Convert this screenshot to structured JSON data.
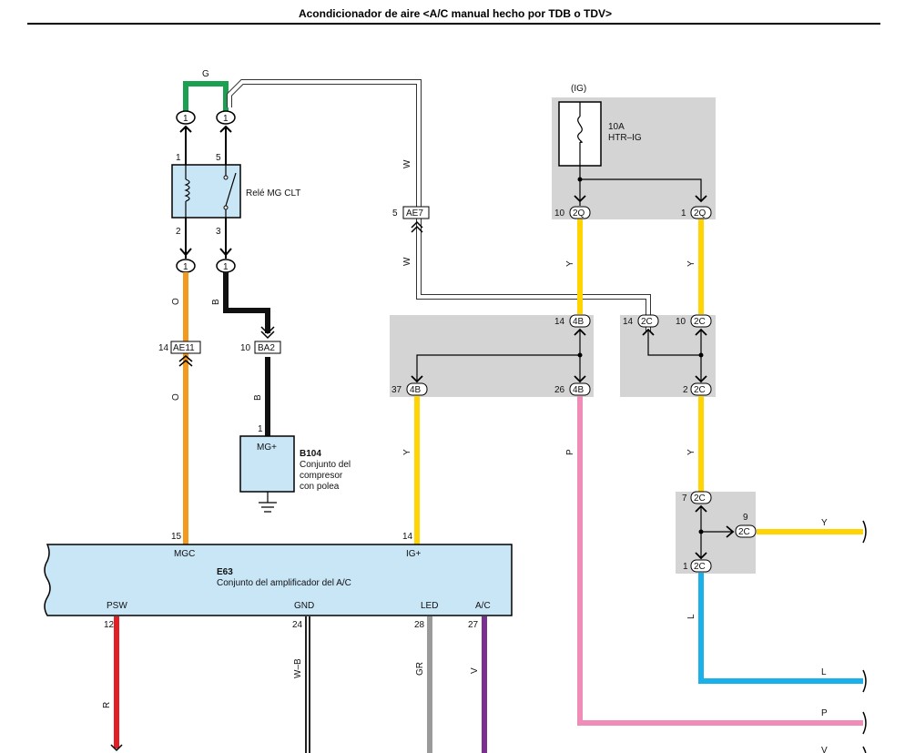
{
  "title": "Acondicionador de aire <A/C manual hecho por TDB o TDV>",
  "colors": {
    "green": "#1aa050",
    "orange": "#f39a1e",
    "black": "#111111",
    "yellow": "#ffd400",
    "pink": "#f08cb8",
    "blue": "#1ab0ea",
    "red": "#e31e24",
    "gray": "#9a9a9a",
    "violet": "#7a2f91",
    "shade": "#d4d4d4",
    "module": "#c8e6f6",
    "relay": "#c8e6f6"
  },
  "wire_labels": {
    "g": "G",
    "o1": "O",
    "o2": "O",
    "b1": "B",
    "b2": "B",
    "w1": "W",
    "w2": "W",
    "y1": "Y",
    "y2": "Y",
    "y3": "Y",
    "y4": "Y",
    "y5": "Y",
    "p1": "P",
    "p2": "P",
    "l1": "L",
    "l2": "L",
    "r": "R",
    "wb": "W–B",
    "gr": "GR",
    "v": "V",
    "v2": "V"
  },
  "relay": {
    "name": "Relé MG CLT",
    "pins": {
      "p1": "1",
      "p5": "5",
      "p2": "2",
      "p3": "3"
    }
  },
  "connectors": {
    "top_left": "1",
    "top_right": "1",
    "bot_left": "1",
    "bot_right": "1",
    "ae7": "AE7",
    "ae7_pin": "5",
    "ae11": "AE11",
    "ae11_pin": "14",
    "ba2": "BA2",
    "ba2_pin": "10",
    "q_left": "2Q",
    "q_left_pin": "10",
    "q_right": "2Q",
    "q_right_pin": "1",
    "b_top": "4B",
    "b_top_pin": "14",
    "b_left": "4B",
    "b_left_pin": "37",
    "b_right": "4B",
    "b_right_pin": "26",
    "c_tl": "2C",
    "c_tl_pin": "14",
    "c_tr": "2C",
    "c_tr_pin": "10",
    "c_bot": "2C",
    "c_bot_pin": "2",
    "c7": "2C",
    "c7_pin": "7",
    "c9": "2C",
    "c9_pin": "9",
    "c1": "2C",
    "c1_pin": "1"
  },
  "fuse": {
    "ig": "(IG)",
    "amp": "10A",
    "name": "HTR–IG"
  },
  "compressor": {
    "pin": "1",
    "label": "MG+",
    "id": "B104",
    "desc1": "Conjunto del",
    "desc2": "compresor",
    "desc3": "con polea"
  },
  "amplifier": {
    "id": "E63",
    "desc": "Conjunto del amplificador del A/C",
    "top": {
      "mgc": "MGC",
      "mgc_pin": "15",
      "ig": "IG+",
      "ig_pin": "14"
    },
    "bottom": {
      "psw": "PSW",
      "psw_pin": "12",
      "gnd": "GND",
      "gnd_pin": "24",
      "led": "LED",
      "led_pin": "28",
      "ac": "A/C",
      "ac_pin": "27"
    }
  }
}
